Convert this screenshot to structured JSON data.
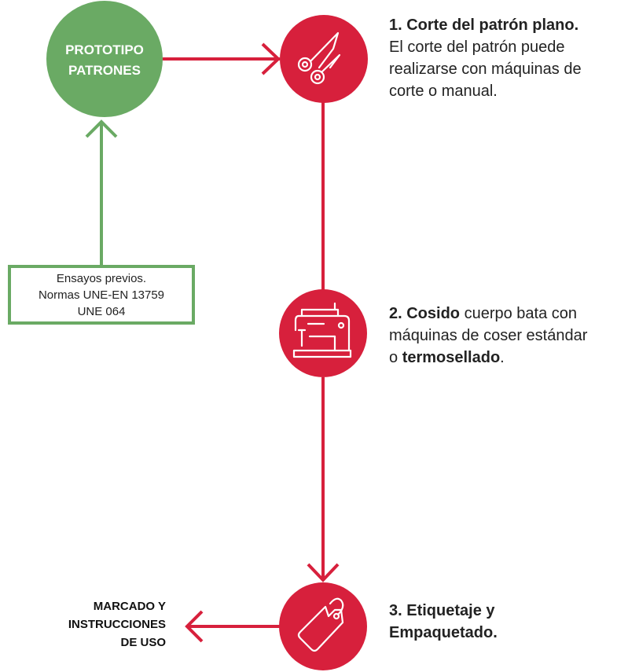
{
  "prototype": {
    "line1": "PROTOTIPO",
    "line2": "PATRONES"
  },
  "note": {
    "line1": "Ensayos previos.",
    "line2": "Normas UNE-EN 13759",
    "line3": "UNE 064"
  },
  "steps": [
    {
      "title": "1. Corte del patrón plano.",
      "line1": "El corte del patrón puede",
      "line2": "realizarse con máquinas de",
      "line3": "corte o manual.",
      "icon": "scissors-icon"
    },
    {
      "title": "2. Cosido",
      "text1": " cuerpo bata con",
      "line2": "máquinas de coser estándar",
      "text3a": "o ",
      "bold3": "termosellado",
      "text3b": ".",
      "icon": "sewing-machine-icon"
    },
    {
      "title_line1": "3. Etiquetaje y",
      "title_line2": "Empaquetado.",
      "icon": "tag-icon"
    }
  ],
  "output": {
    "line1": "MARCADO Y",
    "line2": "INSTRUCCIONES",
    "line3": "DE USO"
  },
  "colors": {
    "red": "#d7203c",
    "green": "#6aaa64"
  }
}
